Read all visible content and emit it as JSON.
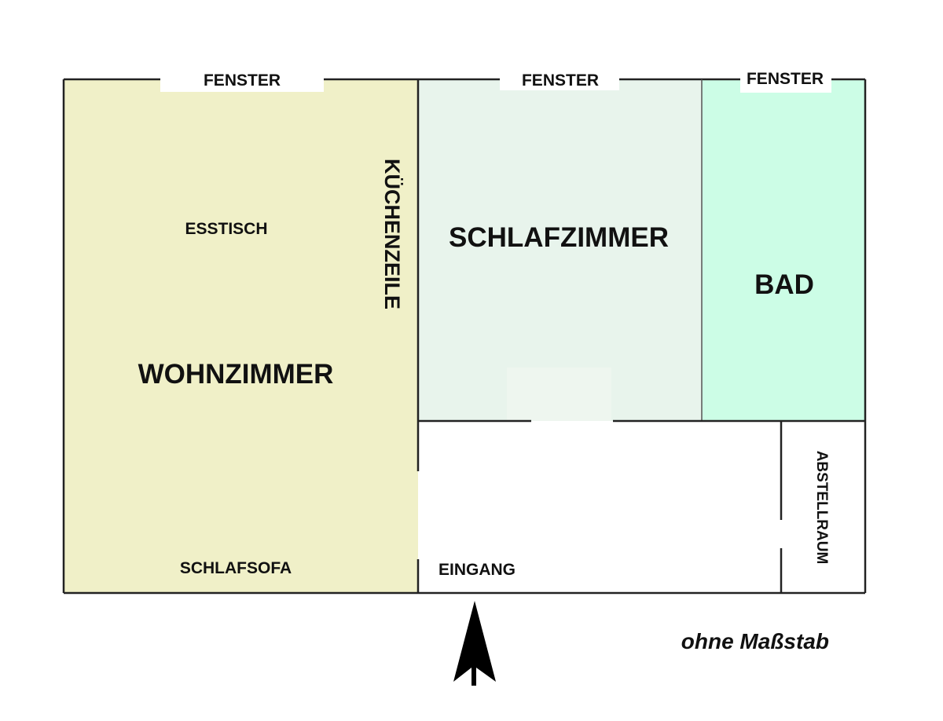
{
  "colors": {
    "wohnzimmer": "#f0f0c8",
    "schlafzimmer": "#e8f4ec",
    "bad": "#ccfde6",
    "wall": "#222222",
    "arrow": "#000000"
  },
  "windows": {
    "left": "FENSTER",
    "middle": "FENSTER",
    "right": "FENSTER"
  },
  "rooms": {
    "wohnzimmer": "WOHNZIMMER",
    "esstisch": "ESSTISCH",
    "kuechenzeile": "KÜCHENZEILE",
    "schlafsofa": "SCHLAFSOFA",
    "schlafzimmer": "SCHLAFZIMMER",
    "bad": "BAD",
    "eingang": "EINGANG",
    "abstellraum": "ABSTELLRAUM"
  },
  "note": "ohne Maßstab",
  "icons": {
    "entrance": "entrance-arrow-icon"
  }
}
